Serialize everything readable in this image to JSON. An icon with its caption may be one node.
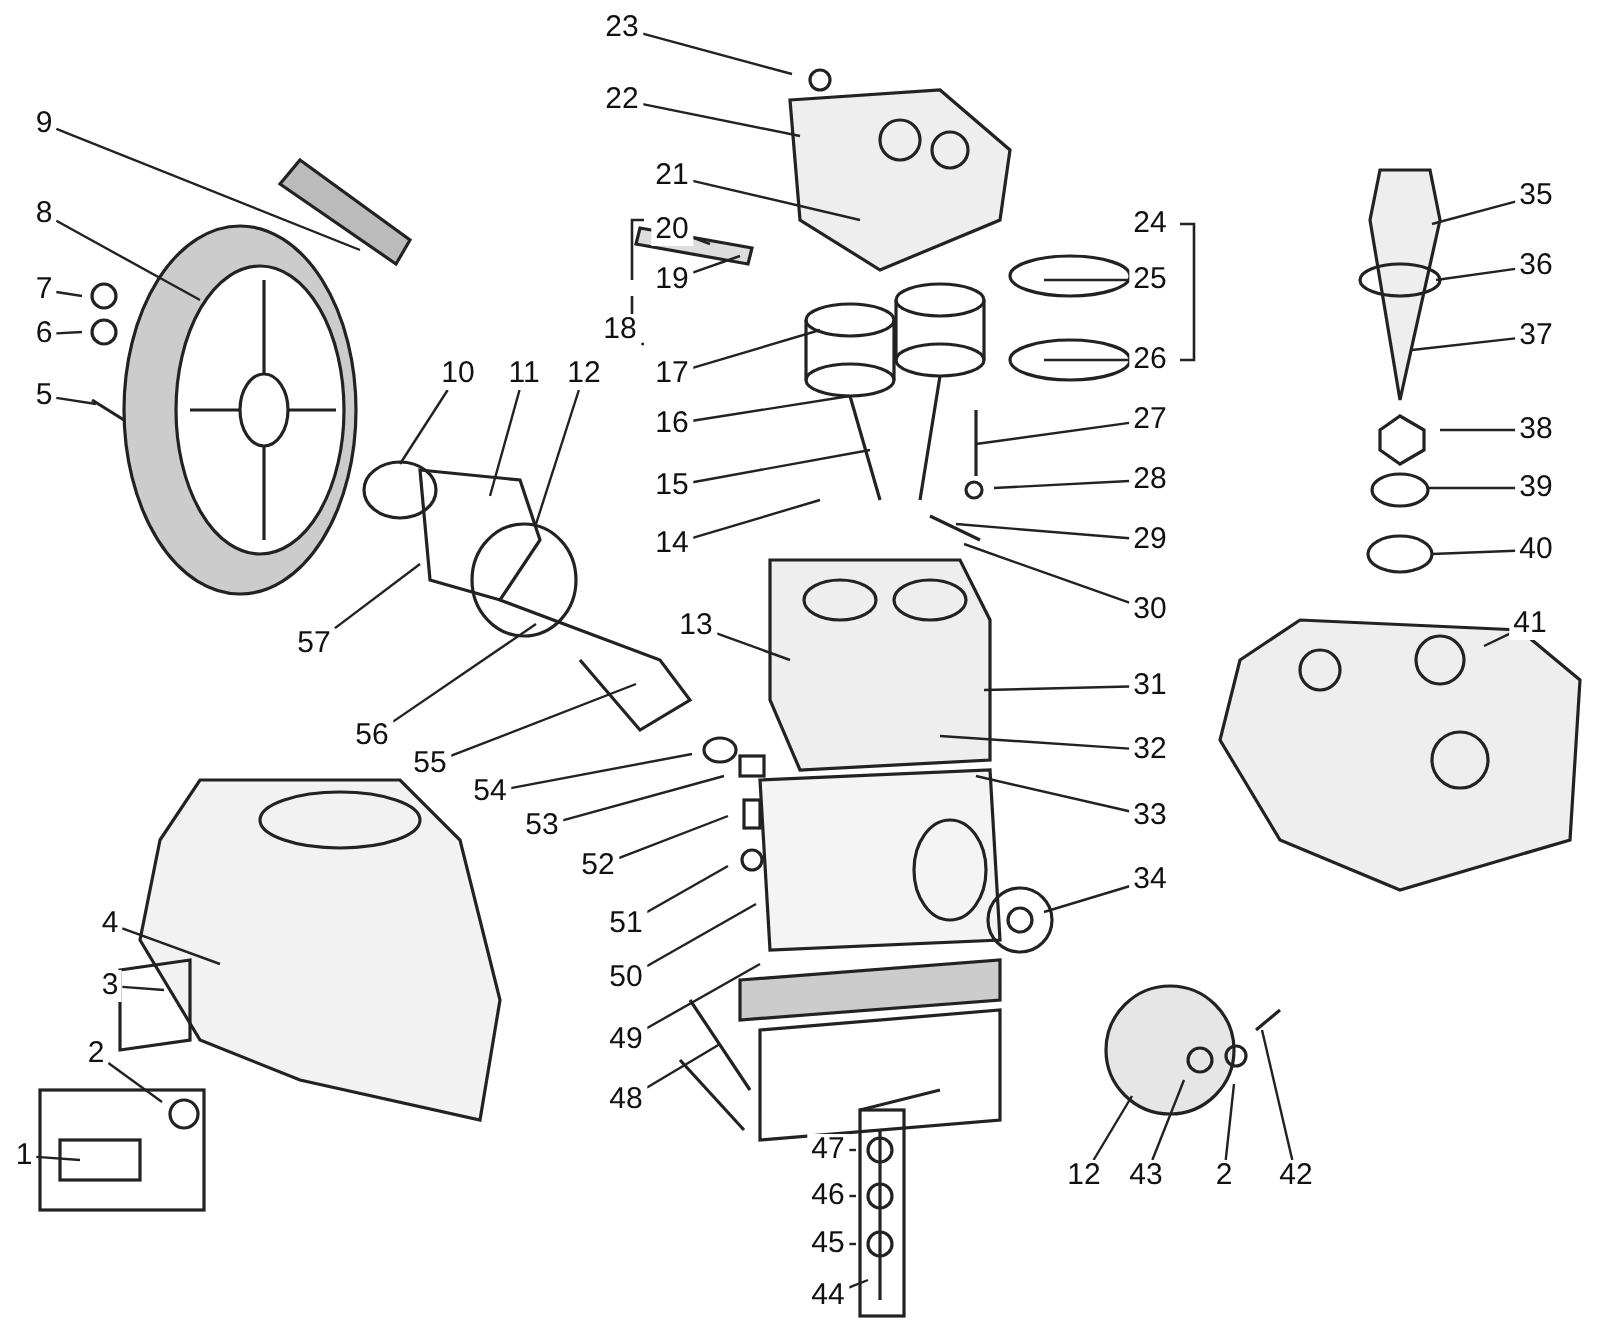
{
  "diagram": {
    "nodes": [
      {
        "text": [
          "23"
        ]
      },
      {
        "text": [
          "22"
        ]
      },
      {
        "text": [
          "21"
        ]
      },
      {
        "text": [
          "20"
        ]
      },
      {
        "text": [
          "19"
        ]
      },
      {
        "text": [
          "17"
        ]
      },
      {
        "text": [
          "16"
        ]
      },
      {
        "text": [
          "15"
        ]
      },
      {
        "text": [
          "14"
        ]
      },
      {
        "text": [
          "13"
        ]
      },
      {
        "text": [
          "9"
        ]
      },
      {
        "text": [
          "8"
        ]
      },
      {
        "text": [
          "7"
        ]
      },
      {
        "text": [
          "6"
        ]
      },
      {
        "text": [
          "5"
        ]
      },
      {
        "text": [
          "10"
        ]
      },
      {
        "text": [
          "11"
        ]
      },
      {
        "text": [
          "12"
        ]
      },
      {
        "text": [
          "25"
        ]
      },
      {
        "text": [
          "26"
        ]
      },
      {
        "text": [
          "27"
        ]
      },
      {
        "text": [
          "28"
        ]
      },
      {
        "text": [
          "29"
        ]
      },
      {
        "text": [
          "30"
        ]
      },
      {
        "text": [
          "35"
        ]
      },
      {
        "text": [
          "36"
        ]
      },
      {
        "text": [
          "37"
        ]
      },
      {
        "text": [
          "38"
        ]
      },
      {
        "text": [
          "39"
        ]
      },
      {
        "text": [
          "40"
        ]
      },
      {
        "text": [
          "41"
        ]
      },
      {
        "text": [
          "57"
        ]
      },
      {
        "text": [
          "56"
        ]
      },
      {
        "text": [
          "55"
        ]
      },
      {
        "text": [
          "31"
        ]
      },
      {
        "text": [
          "32"
        ]
      },
      {
        "text": [
          "54"
        ]
      },
      {
        "text": [
          "53"
        ]
      },
      {
        "text": [
          "33"
        ]
      },
      {
        "text": [
          "52"
        ]
      },
      {
        "text": [
          "34"
        ]
      },
      {
        "text": [
          "4"
        ]
      },
      {
        "text": [
          "51"
        ]
      },
      {
        "text": [
          "3"
        ]
      },
      {
        "text": [
          "50"
        ]
      },
      {
        "text": [
          "49"
        ]
      },
      {
        "text": [
          "2"
        ]
      },
      {
        "text": [
          "48"
        ]
      },
      {
        "text": [
          "47"
        ]
      },
      {
        "text": [
          "1"
        ]
      },
      {
        "text": [
          "12"
        ]
      },
      {
        "text": [
          "43"
        ]
      },
      {
        "text": [
          "2"
        ]
      },
      {
        "text": [
          "42"
        ]
      },
      {
        "text": [
          "46"
        ]
      },
      {
        "text": [
          "45"
        ]
      },
      {
        "text": [
          "44"
        ]
      },
      {
        "text": [
          "18"
        ]
      },
      {
        "text": [
          "24"
        ]
      }
    ],
    "edges": [
      {
        "from": 0,
        "to": null,
        "arrow": "none"
      },
      {
        "from": 1,
        "to": null,
        "arrow": "none"
      },
      {
        "from": 2,
        "to": null,
        "arrow": "none"
      },
      {
        "from": 3,
        "to": null,
        "arrow": "none"
      },
      {
        "from": 4,
        "to": null,
        "arrow": "none"
      },
      {
        "from": 5,
        "to": null,
        "arrow": "none"
      },
      {
        "from": 6,
        "to": null,
        "arrow": "none"
      },
      {
        "from": 7,
        "to": null,
        "arrow": "none"
      },
      {
        "from": 8,
        "to": null,
        "arrow": "none"
      },
      {
        "from": 9,
        "to": null,
        "arrow": "none"
      },
      {
        "from": 10,
        "to": null,
        "arrow": "none"
      },
      {
        "from": 11,
        "to": null,
        "arrow": "none"
      },
      {
        "from": 12,
        "to": null,
        "arrow": "none"
      },
      {
        "from": 13,
        "to": null,
        "arrow": "none"
      },
      {
        "from": 14,
        "to": null,
        "arrow": "none"
      },
      {
        "from": 15,
        "to": null,
        "arrow": "none"
      },
      {
        "from": 16,
        "to": null,
        "arrow": "none"
      },
      {
        "from": 17,
        "to": null,
        "arrow": "none"
      },
      {
        "from": 18,
        "to": null,
        "arrow": "none"
      },
      {
        "from": 19,
        "to": null,
        "arrow": "none"
      },
      {
        "from": 20,
        "to": null,
        "arrow": "none"
      },
      {
        "from": 21,
        "to": null,
        "arrow": "none"
      },
      {
        "from": 22,
        "to": null,
        "arrow": "none"
      },
      {
        "from": 23,
        "to": null,
        "arrow": "none"
      },
      {
        "from": 24,
        "to": null,
        "arrow": "none"
      },
      {
        "from": 25,
        "to": null,
        "arrow": "none"
      },
      {
        "from": 26,
        "to": null,
        "arrow": "none"
      },
      {
        "from": 27,
        "to": null,
        "arrow": "none"
      },
      {
        "from": 28,
        "to": null,
        "arrow": "none"
      },
      {
        "from": 29,
        "to": null,
        "arrow": "none"
      },
      {
        "from": 30,
        "to": null,
        "arrow": "none"
      },
      {
        "from": 31,
        "to": null,
        "arrow": "none"
      },
      {
        "from": 32,
        "to": null,
        "arrow": "none"
      },
      {
        "from": 33,
        "to": null,
        "arrow": "none"
      },
      {
        "from": 34,
        "to": null,
        "arrow": "none"
      },
      {
        "from": 35,
        "to": null,
        "arrow": "none"
      },
      {
        "from": 36,
        "to": null,
        "arrow": "none"
      },
      {
        "from": 37,
        "to": null,
        "arrow": "none"
      },
      {
        "from": 38,
        "to": null,
        "arrow": "none"
      },
      {
        "from": 39,
        "to": null,
        "arrow": "none"
      },
      {
        "from": 40,
        "to": null,
        "arrow": "none"
      },
      {
        "from": 41,
        "to": null,
        "arrow": "none"
      },
      {
        "from": 42,
        "to": null,
        "arrow": "none"
      },
      {
        "from": 43,
        "to": null,
        "arrow": "none"
      },
      {
        "from": 44,
        "to": null,
        "arrow": "none"
      },
      {
        "from": 45,
        "to": null,
        "arrow": "none"
      },
      {
        "from": 46,
        "to": null,
        "arrow": "none"
      },
      {
        "from": 47,
        "to": null,
        "arrow": "none"
      },
      {
        "from": 48,
        "to": null,
        "arrow": "none"
      },
      {
        "from": 49,
        "to": null,
        "arrow": "none"
      },
      {
        "from": 50,
        "to": null,
        "arrow": "none"
      },
      {
        "from": 51,
        "to": null,
        "arrow": "none"
      },
      {
        "from": 52,
        "to": null,
        "arrow": "none"
      },
      {
        "from": 53,
        "to": null,
        "arrow": "none"
      },
      {
        "from": 54,
        "to": null,
        "arrow": "none"
      },
      {
        "from": 55,
        "to": null,
        "arrow": "none"
      },
      {
        "from": 56,
        "to": null,
        "arrow": "none"
      }
    ],
    "labels": []
  }
}
